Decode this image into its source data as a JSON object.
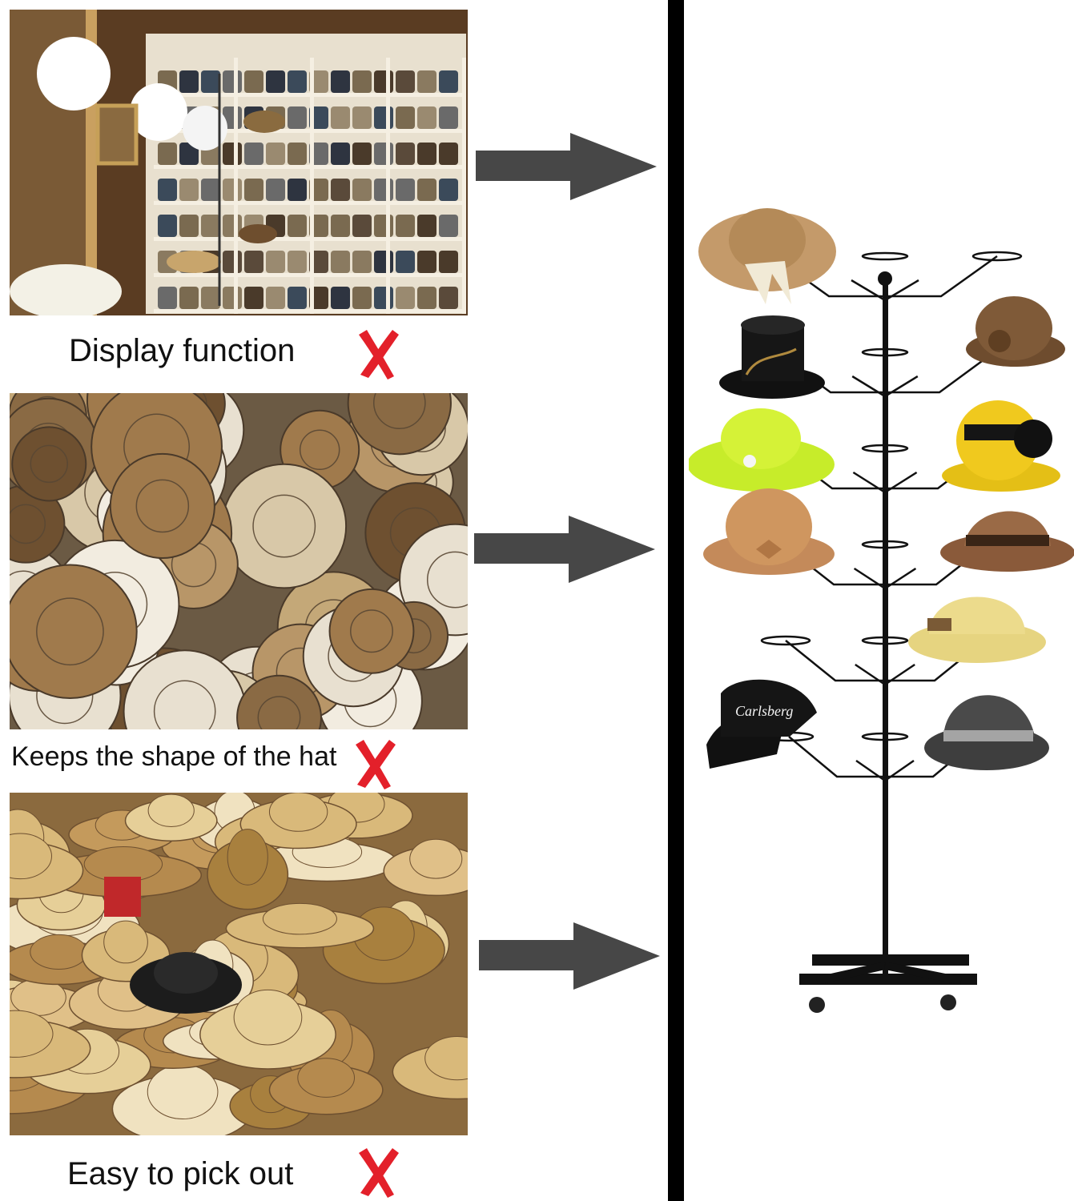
{
  "left_panel": {
    "rows": [
      {
        "photo_alt": "hat shop shelves",
        "caption": "Display function",
        "mark": "red-x-icon"
      },
      {
        "photo_alt": "wall of hanging hats",
        "caption": "Keeps the shape of the hat",
        "mark": "red-x-icon"
      },
      {
        "photo_alt": "pile of straw hats",
        "caption": "Easy to pick out",
        "mark": "red-x-icon"
      }
    ]
  },
  "arrows": [
    "right-arrow-icon",
    "right-arrow-icon",
    "right-arrow-icon"
  ],
  "right_panel": {
    "product": "rotating hat rack with hats",
    "cap_logo_text": "Carlsberg"
  },
  "colors": {
    "x_mark": "#e3202a",
    "arrow": "#474747",
    "divider": "#000000",
    "rack": "#111111"
  }
}
